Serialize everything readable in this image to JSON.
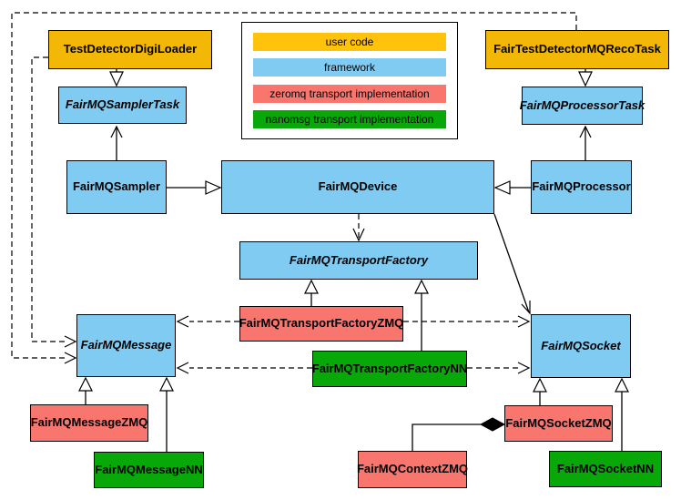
{
  "legend": {
    "items": [
      {
        "label": "user code",
        "color": "#FFC30B"
      },
      {
        "label": "framework",
        "color": "#7FCBF1"
      },
      {
        "label": "zeromq transport implementation",
        "color": "#F8766D"
      },
      {
        "label": "nanomsg transport implementation",
        "color": "#09A809"
      }
    ]
  },
  "colors": {
    "user_code": "#F3B705",
    "framework": "#7FCBF1",
    "zeromq": "#F8766D",
    "nanomsg": "#09A809",
    "line": "#000000",
    "background": "#FFFFFF"
  },
  "nodes": {
    "testDetectorDigiLoader": {
      "label": "TestDetectorDigiLoader",
      "category": "user code"
    },
    "fairTestDetectorMQRecoTask": {
      "label": "FairTestDetectorMQRecoTask",
      "category": "user code"
    },
    "fairMQSamplerTask": {
      "label": "FairMQSamplerTask",
      "category": "framework",
      "abstract": true
    },
    "fairMQProcessorTask": {
      "label": "FairMQProcessorTask",
      "category": "framework",
      "abstract": true
    },
    "fairMQSampler": {
      "label": "FairMQSampler",
      "category": "framework"
    },
    "fairMQDevice": {
      "label": "FairMQDevice",
      "category": "framework"
    },
    "fairMQProcessor": {
      "label": "FairMQProcessor",
      "category": "framework"
    },
    "fairMQTransportFactory": {
      "label": "FairMQTransportFactory",
      "category": "framework",
      "abstract": true
    },
    "fairMQTransportFactoryZMQ": {
      "label": "FairMQTransportFactoryZMQ",
      "category": "zeromq"
    },
    "fairMQTransportFactoryNN": {
      "label": "FairMQTransportFactoryNN",
      "category": "nanomsg"
    },
    "fairMQMessage": {
      "label": "FairMQMessage",
      "category": "framework",
      "abstract": true
    },
    "fairMQSocket": {
      "label": "FairMQSocket",
      "category": "framework",
      "abstract": true
    },
    "fairMQMessageZMQ": {
      "label": "FairMQMessageZMQ",
      "category": "zeromq"
    },
    "fairMQMessageNN": {
      "label": "FairMQMessageNN",
      "category": "nanomsg"
    },
    "fairMQSocketZMQ": {
      "label": "FairMQSocketZMQ",
      "category": "zeromq"
    },
    "fairMQSocketNN": {
      "label": "FairMQSocketNN",
      "category": "nanomsg"
    },
    "fairMQContextZMQ": {
      "label": "FairMQContextZMQ",
      "category": "zeromq"
    }
  },
  "edges": [
    {
      "from": "TestDetectorDigiLoader",
      "to": "FairMQSamplerTask",
      "type": "inheritance"
    },
    {
      "from": "FairTestDetectorMQRecoTask",
      "to": "FairMQProcessorTask",
      "type": "inheritance"
    },
    {
      "from": "FairMQSampler",
      "to": "FairMQSamplerTask",
      "type": "association-arrow"
    },
    {
      "from": "FairMQProcessor",
      "to": "FairMQProcessorTask",
      "type": "association-arrow"
    },
    {
      "from": "FairMQSampler",
      "to": "FairMQDevice",
      "type": "inheritance"
    },
    {
      "from": "FairMQProcessor",
      "to": "FairMQDevice",
      "type": "inheritance"
    },
    {
      "from": "FairMQDevice",
      "to": "FairMQTransportFactory",
      "type": "dashed-dependency"
    },
    {
      "from": "FairMQDevice",
      "to": "FairMQSocket",
      "type": "association-arrow"
    },
    {
      "from": "FairMQTransportFactoryZMQ",
      "to": "FairMQTransportFactory",
      "type": "inheritance"
    },
    {
      "from": "FairMQTransportFactoryNN",
      "to": "FairMQTransportFactory",
      "type": "inheritance"
    },
    {
      "from": "FairMQTransportFactoryZMQ",
      "to": "FairMQMessage",
      "type": "dashed-dependency"
    },
    {
      "from": "FairMQTransportFactoryZMQ",
      "to": "FairMQSocket",
      "type": "dashed-dependency"
    },
    {
      "from": "FairMQTransportFactoryNN",
      "to": "FairMQMessage",
      "type": "dashed-dependency"
    },
    {
      "from": "FairMQTransportFactoryNN",
      "to": "FairMQSocket",
      "type": "dashed-dependency"
    },
    {
      "from": "FairMQMessageZMQ",
      "to": "FairMQMessage",
      "type": "inheritance"
    },
    {
      "from": "FairMQMessageNN",
      "to": "FairMQMessage",
      "type": "inheritance"
    },
    {
      "from": "FairMQSocketZMQ",
      "to": "FairMQSocket",
      "type": "inheritance"
    },
    {
      "from": "FairMQSocketNN",
      "to": "FairMQSocket",
      "type": "inheritance"
    },
    {
      "from": "FairMQContextZMQ",
      "to": "FairMQSocketZMQ",
      "type": "aggregation"
    },
    {
      "from": "TestDetectorDigiLoader",
      "to": "FairMQMessage",
      "type": "dashed-dependency"
    },
    {
      "from": "FairTestDetectorMQRecoTask",
      "to": "FairMQMessage",
      "type": "dashed-dependency"
    }
  ]
}
